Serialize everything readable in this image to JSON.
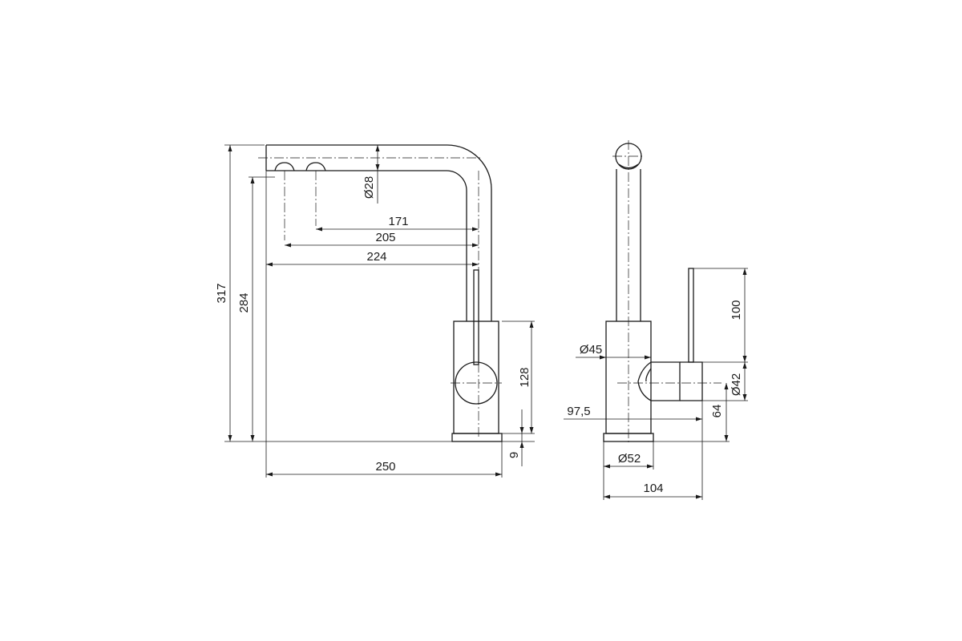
{
  "front_view": {
    "dim_317": "317",
    "dim_284": "284",
    "dim_28": "Ø28",
    "dim_171": "171",
    "dim_205": "205",
    "dim_224": "224",
    "dim_128": "128",
    "dim_9": "9",
    "dim_250": "250"
  },
  "side_view": {
    "dim_100": "100",
    "dim_45": "Ø45",
    "dim_42": "Ø42",
    "dim_97_5": "97,5",
    "dim_64": "64",
    "dim_52": "Ø52",
    "dim_104": "104"
  }
}
